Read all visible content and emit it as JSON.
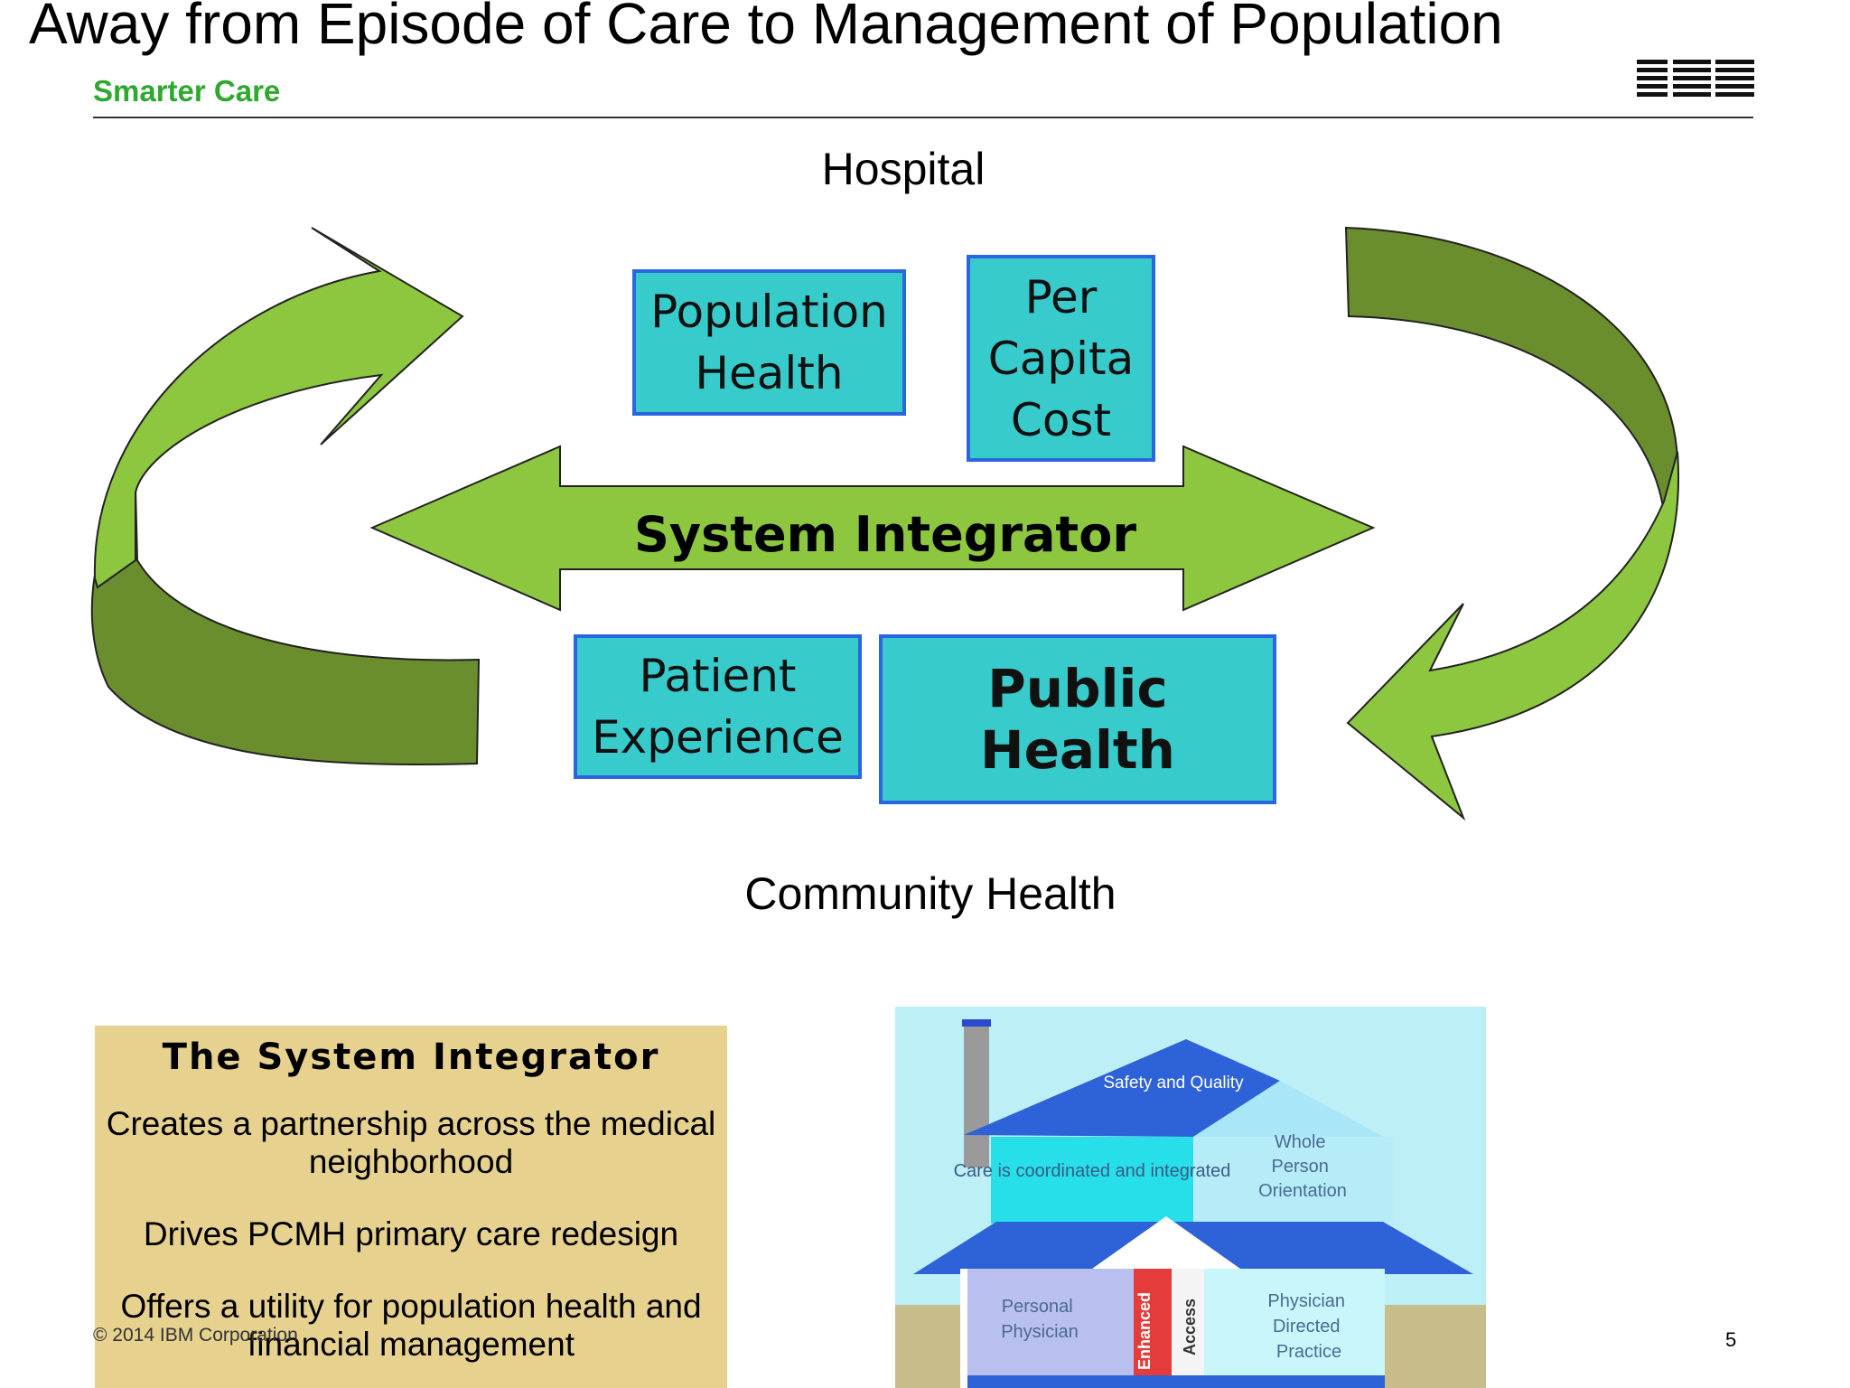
{
  "slide": {
    "title": "Away from Episode of Care to Management of Population",
    "subtitle": "Smarter Care",
    "logo_text": "IBM",
    "footer": "© 2014 IBM Corporation",
    "page_number": "5"
  },
  "diagram": {
    "top_label": "Hospital",
    "bottom_label": "Community Health",
    "center_arrow_label": "System Integrator",
    "boxes": {
      "population_health": [
        "Population",
        "Health"
      ],
      "per_capita_cost": [
        "Per",
        "Capita",
        "Cost"
      ],
      "patient_experience": [
        "Patient",
        "Experience"
      ],
      "public_health": [
        "Public Health"
      ]
    },
    "colors": {
      "box_fill": "#38cbcc",
      "box_border": "#2a66e0",
      "arrow_light": "#8dc63f",
      "arrow_dark": "#6a8e2e"
    }
  },
  "system_integrator_panel": {
    "title": "The System Integrator",
    "items": [
      "Creates a partnership across the medical neighborhood",
      "Drives PCMH primary care redesign",
      "Offers a utility for population health and financial management"
    ]
  },
  "house": {
    "roof": "Safety and Quality",
    "care": "Care is coordinated and integrated",
    "whole_person": [
      "Whole",
      "Person",
      "Orientation"
    ],
    "personal_physician": [
      "Personal",
      "Physician"
    ],
    "enhanced_access": [
      "Enhanced",
      "Access"
    ],
    "physician_directed": [
      "Physician",
      "Directed",
      "Practice"
    ]
  }
}
